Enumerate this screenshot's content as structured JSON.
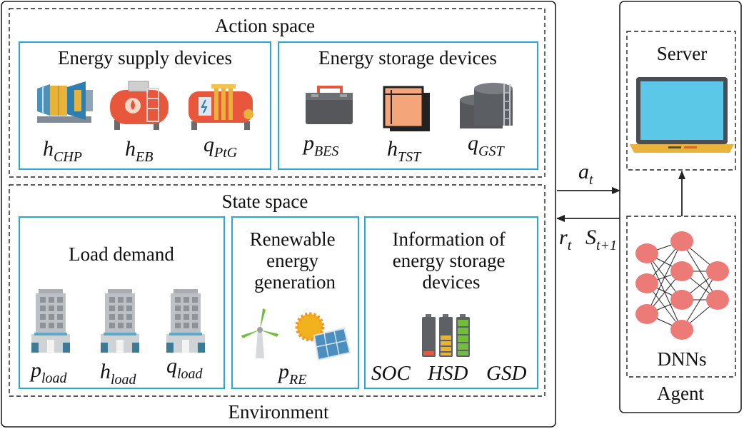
{
  "environment": {
    "label": "Environment",
    "action_space": {
      "title": "Action space",
      "supply": {
        "title": "Energy supply devices",
        "items": [
          {
            "icon": "chp-turbine-icon",
            "var": "h",
            "sub": "CHP"
          },
          {
            "icon": "electric-boiler-icon",
            "var": "h",
            "sub": "EB"
          },
          {
            "icon": "power-to-gas-icon",
            "var": "q",
            "sub": "PtG"
          }
        ]
      },
      "storage": {
        "title": "Energy storage devices",
        "items": [
          {
            "icon": "battery-icon",
            "var": "p",
            "sub": "BES"
          },
          {
            "icon": "thermal-storage-tank-icon",
            "var": "h",
            "sub": "TST"
          },
          {
            "icon": "gas-storage-tank-icon",
            "var": "q",
            "sub": "GST"
          }
        ]
      }
    },
    "state_space": {
      "title": "State space",
      "load": {
        "title": "Load demand",
        "items": [
          {
            "icon": "building-icon",
            "var": "p",
            "sub": "load"
          },
          {
            "icon": "building-icon",
            "var": "h",
            "sub": "load"
          },
          {
            "icon": "building-icon",
            "var": "q",
            "sub": "load"
          }
        ]
      },
      "renewable": {
        "title_lines": [
          "Renewable",
          "energy",
          "generation"
        ],
        "var": "p",
        "sub": "RE"
      },
      "info": {
        "title_lines": [
          "Information of",
          "energy storage",
          "devices"
        ],
        "labels": [
          "SOC",
          "HSD",
          "GSD"
        ]
      }
    }
  },
  "arrows": {
    "action": {
      "var": "a",
      "sub": "t"
    },
    "reward": {
      "var": "r",
      "sub": "t"
    },
    "state": {
      "var": "S",
      "sub": "t+1"
    }
  },
  "agent": {
    "label": "Agent",
    "server_label": "Server",
    "dnn_label": "DNNs"
  },
  "colors": {
    "box_border": "#29a8d8",
    "neuron": "#ec7b78",
    "laptop_screen": "#5bc8e8",
    "orange": "#e8573b",
    "gold": "#e8b33a"
  }
}
